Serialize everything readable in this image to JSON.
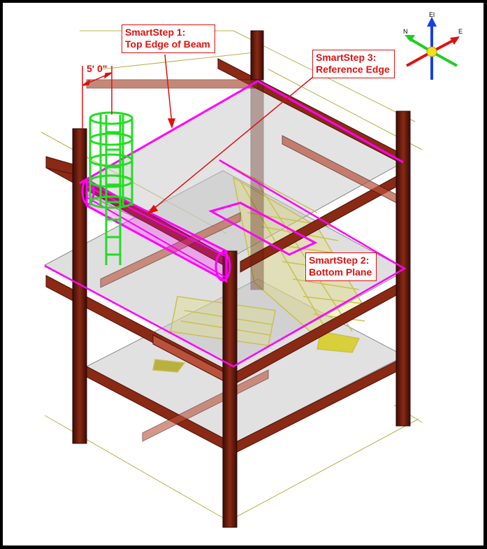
{
  "callouts": {
    "step1": {
      "line1": "SmartStep 1:",
      "line2": "Top Edge of Beam"
    },
    "step2": {
      "line1": "SmartStep 2:",
      "line2": "Bottom Plane"
    },
    "step3": {
      "line1": "SmartStep 3:",
      "line2": "Reference Edge"
    }
  },
  "dimension": {
    "label": "5' 0\""
  },
  "triad": {
    "up": "El",
    "north": "N",
    "east": "E"
  },
  "colors": {
    "steel": "#8a2a14",
    "steel_light": "#b8523a",
    "highlight": "#ff00ff",
    "ladder": "#22dd22",
    "stair": "#e6e070",
    "slab": "#c8c8c8",
    "annotation": "#e01010",
    "grid": "#b5b04a"
  }
}
